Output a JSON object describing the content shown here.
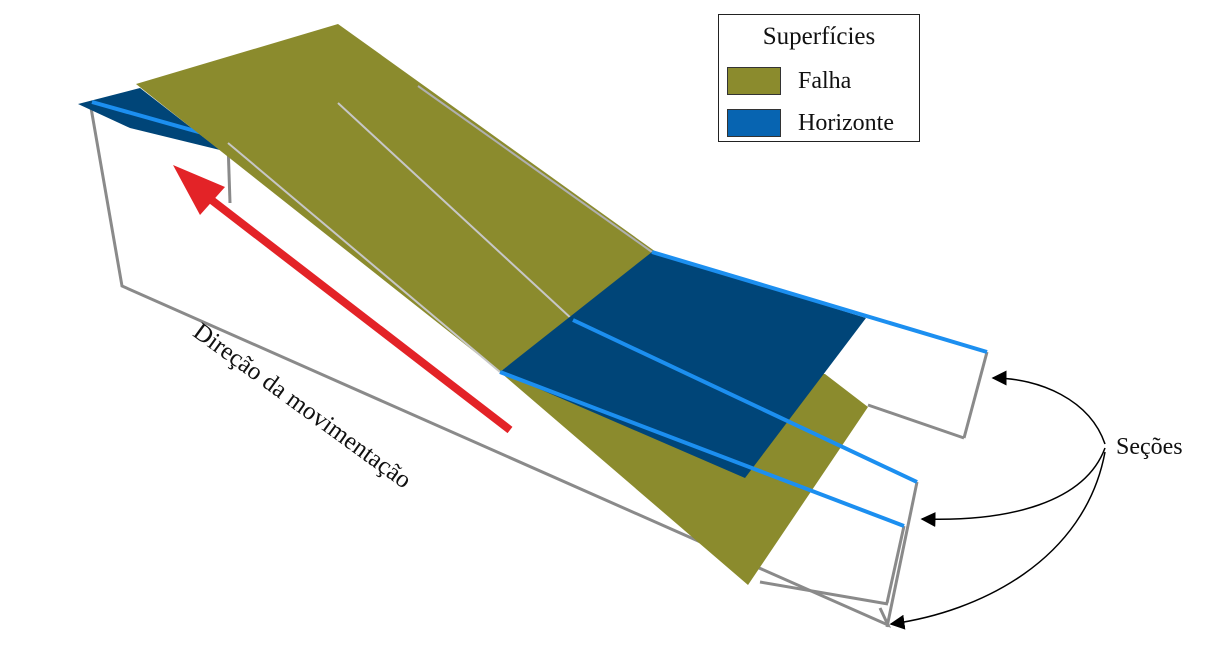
{
  "legend": {
    "title": "Superfícies",
    "items": [
      {
        "label": "Falha",
        "color": "#8b8b2d"
      },
      {
        "label": "Horizonte",
        "color": "#0764b1"
      }
    ]
  },
  "annotations": {
    "sections_label": "Seções",
    "motion_label": "Direção da movimentação"
  },
  "colors": {
    "fault": "#8b8b2d",
    "horizon_dark": "#004578",
    "horizon_line": "#1c8ff0",
    "frame": "#8a8a8a",
    "arrow": "#e32327"
  }
}
